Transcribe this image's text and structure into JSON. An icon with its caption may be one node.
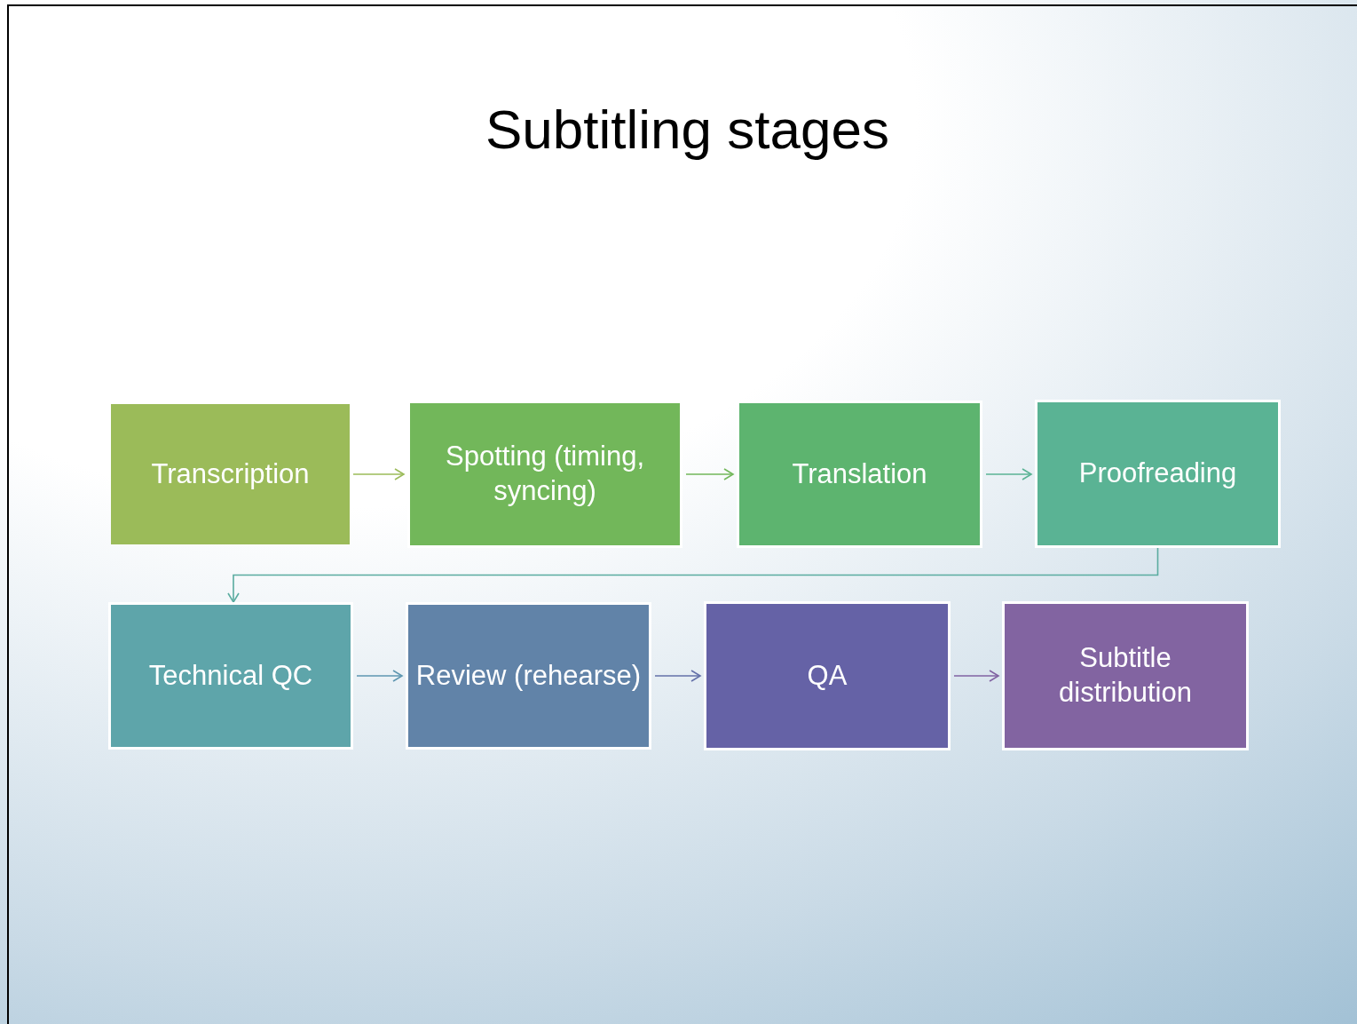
{
  "diagram": {
    "title": "Subtitling stages",
    "nodes": [
      {
        "text": [
          "Transcription"
        ]
      },
      {
        "text": [
          "Spotting (timing, syncing)"
        ]
      },
      {
        "text": [
          "Translation"
        ]
      },
      {
        "text": [
          "Proofreading"
        ]
      },
      {
        "text": [
          "Technical QC"
        ]
      },
      {
        "text": [
          "Review (rehearse)"
        ]
      },
      {
        "text": [
          "QA"
        ]
      },
      {
        "text": [
          "Subtitle distribution"
        ]
      }
    ],
    "edges": [
      {
        "from": 0,
        "to": 1,
        "arrow": "to",
        "color": "#9bbb59"
      },
      {
        "from": 1,
        "to": 2,
        "arrow": "to",
        "color": "#72b75a"
      },
      {
        "from": 2,
        "to": 3,
        "arrow": "to",
        "color": "#5ab394"
      },
      {
        "from": 3,
        "to": 4,
        "arrow": "to",
        "color": "#5aaca0"
      },
      {
        "from": 4,
        "to": 5,
        "arrow": "to",
        "color": "#5e96b0"
      },
      {
        "from": 5,
        "to": 6,
        "arrow": "to",
        "color": "#6370a8"
      },
      {
        "from": 6,
        "to": 7,
        "arrow": "to",
        "color": "#8062a2"
      }
    ]
  }
}
